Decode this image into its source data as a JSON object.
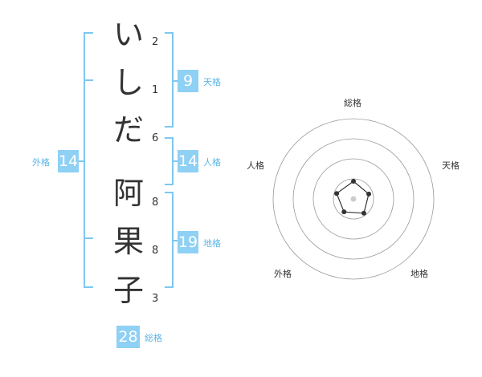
{
  "name_chars": [
    {
      "char": "い",
      "strokes": "2"
    },
    {
      "char": "し",
      "strokes": "1"
    },
    {
      "char": "だ",
      "strokes": "6"
    },
    {
      "char": "阿",
      "strokes": "8"
    },
    {
      "char": "果",
      "strokes": "8"
    },
    {
      "char": "子",
      "strokes": "3"
    }
  ],
  "kaku": {
    "tenkaku": {
      "value": "9",
      "label": "天格"
    },
    "jinkaku": {
      "value": "14",
      "label": "人格"
    },
    "chikaku": {
      "value": "19",
      "label": "地格"
    },
    "gaikaku": {
      "value": "14",
      "label": "外格"
    },
    "soukaku": {
      "value": "28",
      "label": "総格"
    }
  },
  "radar": {
    "axes": [
      "総格",
      "天格",
      "地格",
      "外格",
      "人格"
    ],
    "values": [
      0.22,
      0.2,
      0.22,
      0.2,
      0.22
    ],
    "rings": 4,
    "line_color": "#333333",
    "ring_color": "#999999",
    "center_color": "#cccccc"
  },
  "colors": {
    "accent": "#8fd0f5",
    "label": "#5bb4e8",
    "bracket": "#7ec8f0"
  }
}
